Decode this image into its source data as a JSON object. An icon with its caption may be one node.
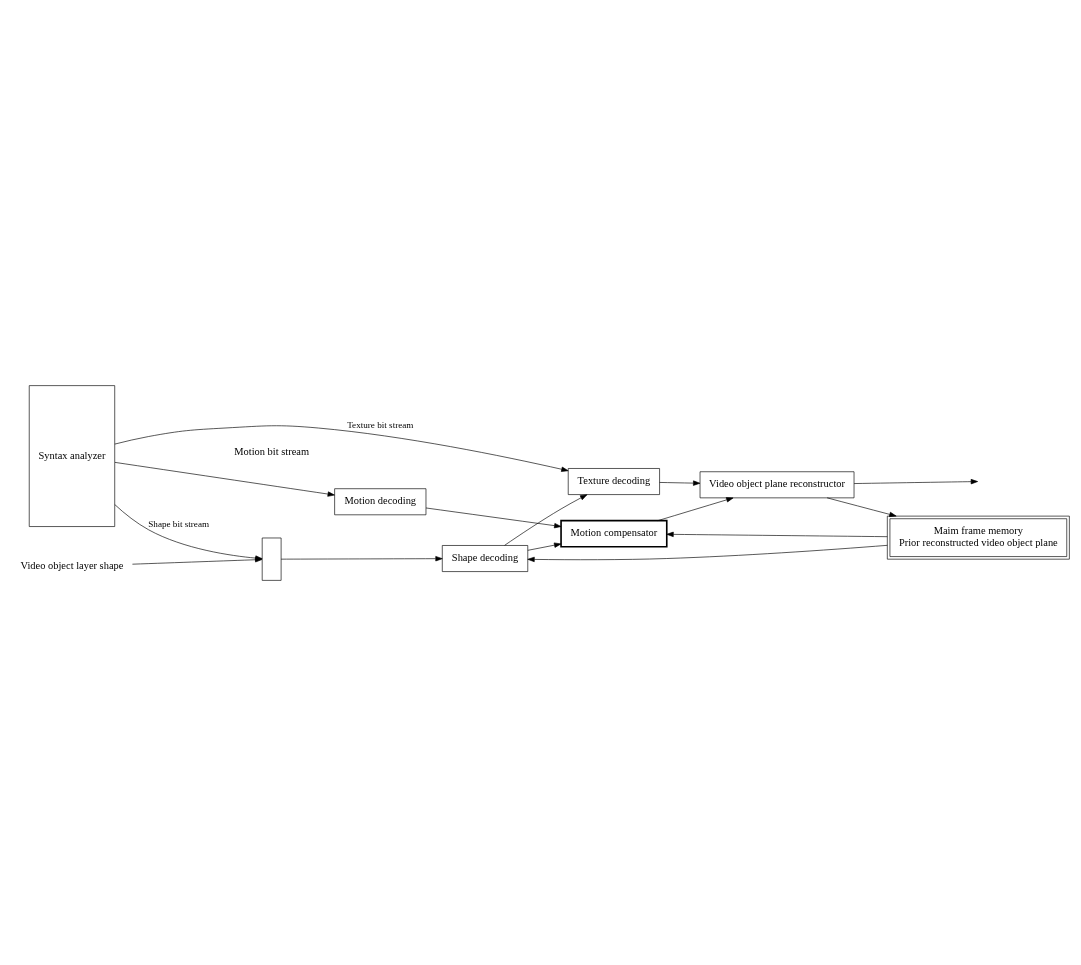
{
  "diagram": {
    "nodes": [
      {
        "text": [
          "Syntax analyzer"
        ]
      },
      {
        "text": [],
        "shape": "box"
      },
      {
        "text": [
          "Shape decoding"
        ]
      },
      {
        "text": [
          "Motion decoding"
        ]
      },
      {
        "text": [
          "Motion compensator"
        ]
      },
      {
        "text": [
          "Video object plane reconstructor"
        ]
      },
      {
        "text": [
          "Texture decoding"
        ]
      },
      {
        "text": [
          "Maim frame memory",
          "Prior reconstructed video object plane"
        ]
      },
      {
        "text": [
          "Video object layer shape"
        ]
      }
    ],
    "edges": [
      {
        "from": 0,
        "to": 1,
        "arrow": "to",
        "label": "Shape bit stream"
      },
      {
        "from": 8,
        "to": 1,
        "arrow": "to"
      },
      {
        "from": 1,
        "to": 2,
        "arrow": "to"
      },
      {
        "from": 7,
        "to": 2,
        "arrow": "to"
      },
      {
        "from": 7,
        "to": 4,
        "arrow": "to"
      },
      {
        "from": 2,
        "to": 6,
        "arrow": "to"
      },
      {
        "from": 2,
        "to": 4,
        "arrow": "to"
      },
      {
        "from": 0,
        "to": 3,
        "arrow": "to"
      },
      {
        "from": 3,
        "to": 4,
        "arrow": "to"
      },
      {
        "from": 4,
        "to": 5,
        "arrow": "to"
      },
      {
        "from": 6,
        "to": 5,
        "arrow": "to"
      },
      {
        "from": 5,
        "to": 7,
        "arrow": "to"
      },
      {
        "from": 5,
        "to": null,
        "arrow": "to"
      },
      {
        "from": 0,
        "to": 6,
        "arrow": "to",
        "label": "Texture bit stream"
      }
    ],
    "labels": [
      "Motion bit stream"
    ]
  }
}
